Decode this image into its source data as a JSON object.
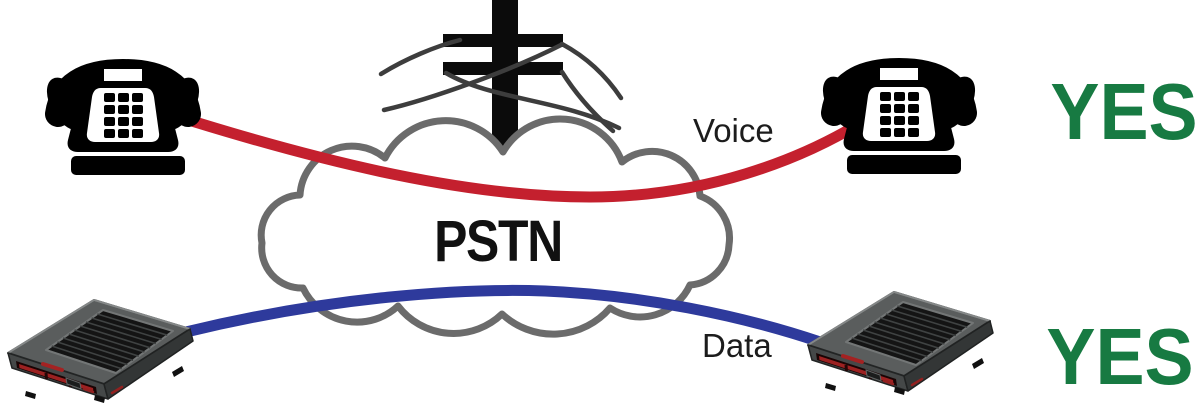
{
  "cloud": {
    "label": "PSTN",
    "outline_color": "#6b6b6b"
  },
  "connections": [
    {
      "kind": "voice",
      "label": "Voice",
      "line_color": "#c4202e",
      "result": "YES",
      "endpoints": "telephone to telephone"
    },
    {
      "kind": "data",
      "label": "Data",
      "line_color": "#2e3a9c",
      "result": "YES",
      "endpoints": "modem to modem"
    }
  ],
  "colors": {
    "result_green": "#177a42",
    "label_text": "#1c1c1c",
    "icon_black": "#000000",
    "wire_gray": "#3d3d3d",
    "pole_black": "#0b0b0b"
  },
  "icons": {
    "top_left": "telephone-icon",
    "top_right": "telephone-icon",
    "top_center": "utility-pole-icon",
    "center": "pstn-cloud",
    "bottom_left": "modem-icon",
    "bottom_right": "modem-icon"
  }
}
